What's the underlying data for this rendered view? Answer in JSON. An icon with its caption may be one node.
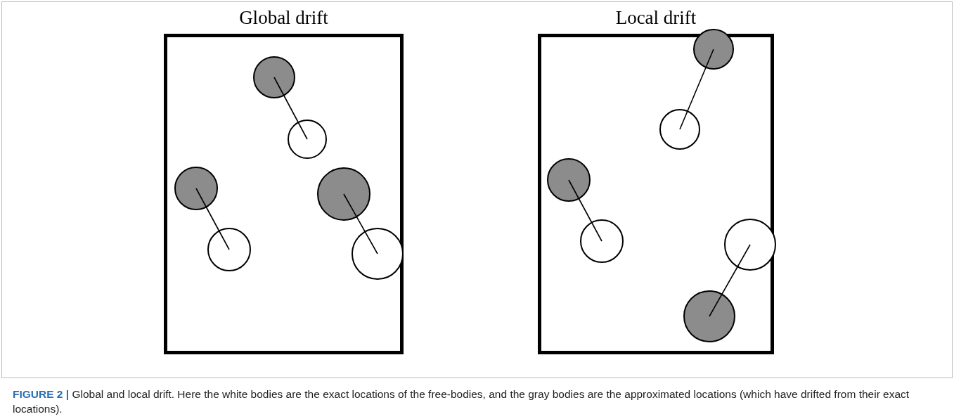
{
  "diagram": {
    "caption": "**FIGURE 2 |** Global and local drift. Here the white bodies are the exact locations of the free-bodies, and the gray bodies are the approximated locations (which have drifted from their exact locations).",
    "nodes": [
      {
        "text": [
          "Global drift"
        ]
      },
      {
        "text": [],
        "shape": "circle",
        "in": 0
      },
      {
        "text": [],
        "shape": "circle",
        "in": 0
      },
      {
        "text": [],
        "shape": "circle",
        "in": 0
      },
      {
        "text": [],
        "shape": "circle",
        "in": 0
      },
      {
        "text": [],
        "shape": "circle",
        "in": 0
      },
      {
        "text": [],
        "shape": "circle",
        "in": 0
      },
      {
        "text": [
          "Local drift"
        ]
      },
      {
        "text": [],
        "shape": "circle",
        "in": 7
      },
      {
        "text": [],
        "shape": "circle",
        "in": 7
      },
      {
        "text": [],
        "shape": "circle",
        "in": 7
      },
      {
        "text": [],
        "shape": "circle",
        "in": 7
      },
      {
        "text": [],
        "shape": "circle",
        "in": 7
      },
      {
        "text": [],
        "shape": "circle",
        "in": 7
      }
    ],
    "edges": [
      {
        "from": 1,
        "to": 2,
        "arrow": "none"
      },
      {
        "from": 3,
        "to": 5,
        "arrow": "none"
      },
      {
        "from": 4,
        "to": 6,
        "arrow": "none"
      },
      {
        "from": 8,
        "to": 9,
        "arrow": "none"
      },
      {
        "from": 10,
        "to": 11,
        "arrow": "none"
      },
      {
        "from": 13,
        "to": 12,
        "arrow": "none"
      }
    ]
  }
}
